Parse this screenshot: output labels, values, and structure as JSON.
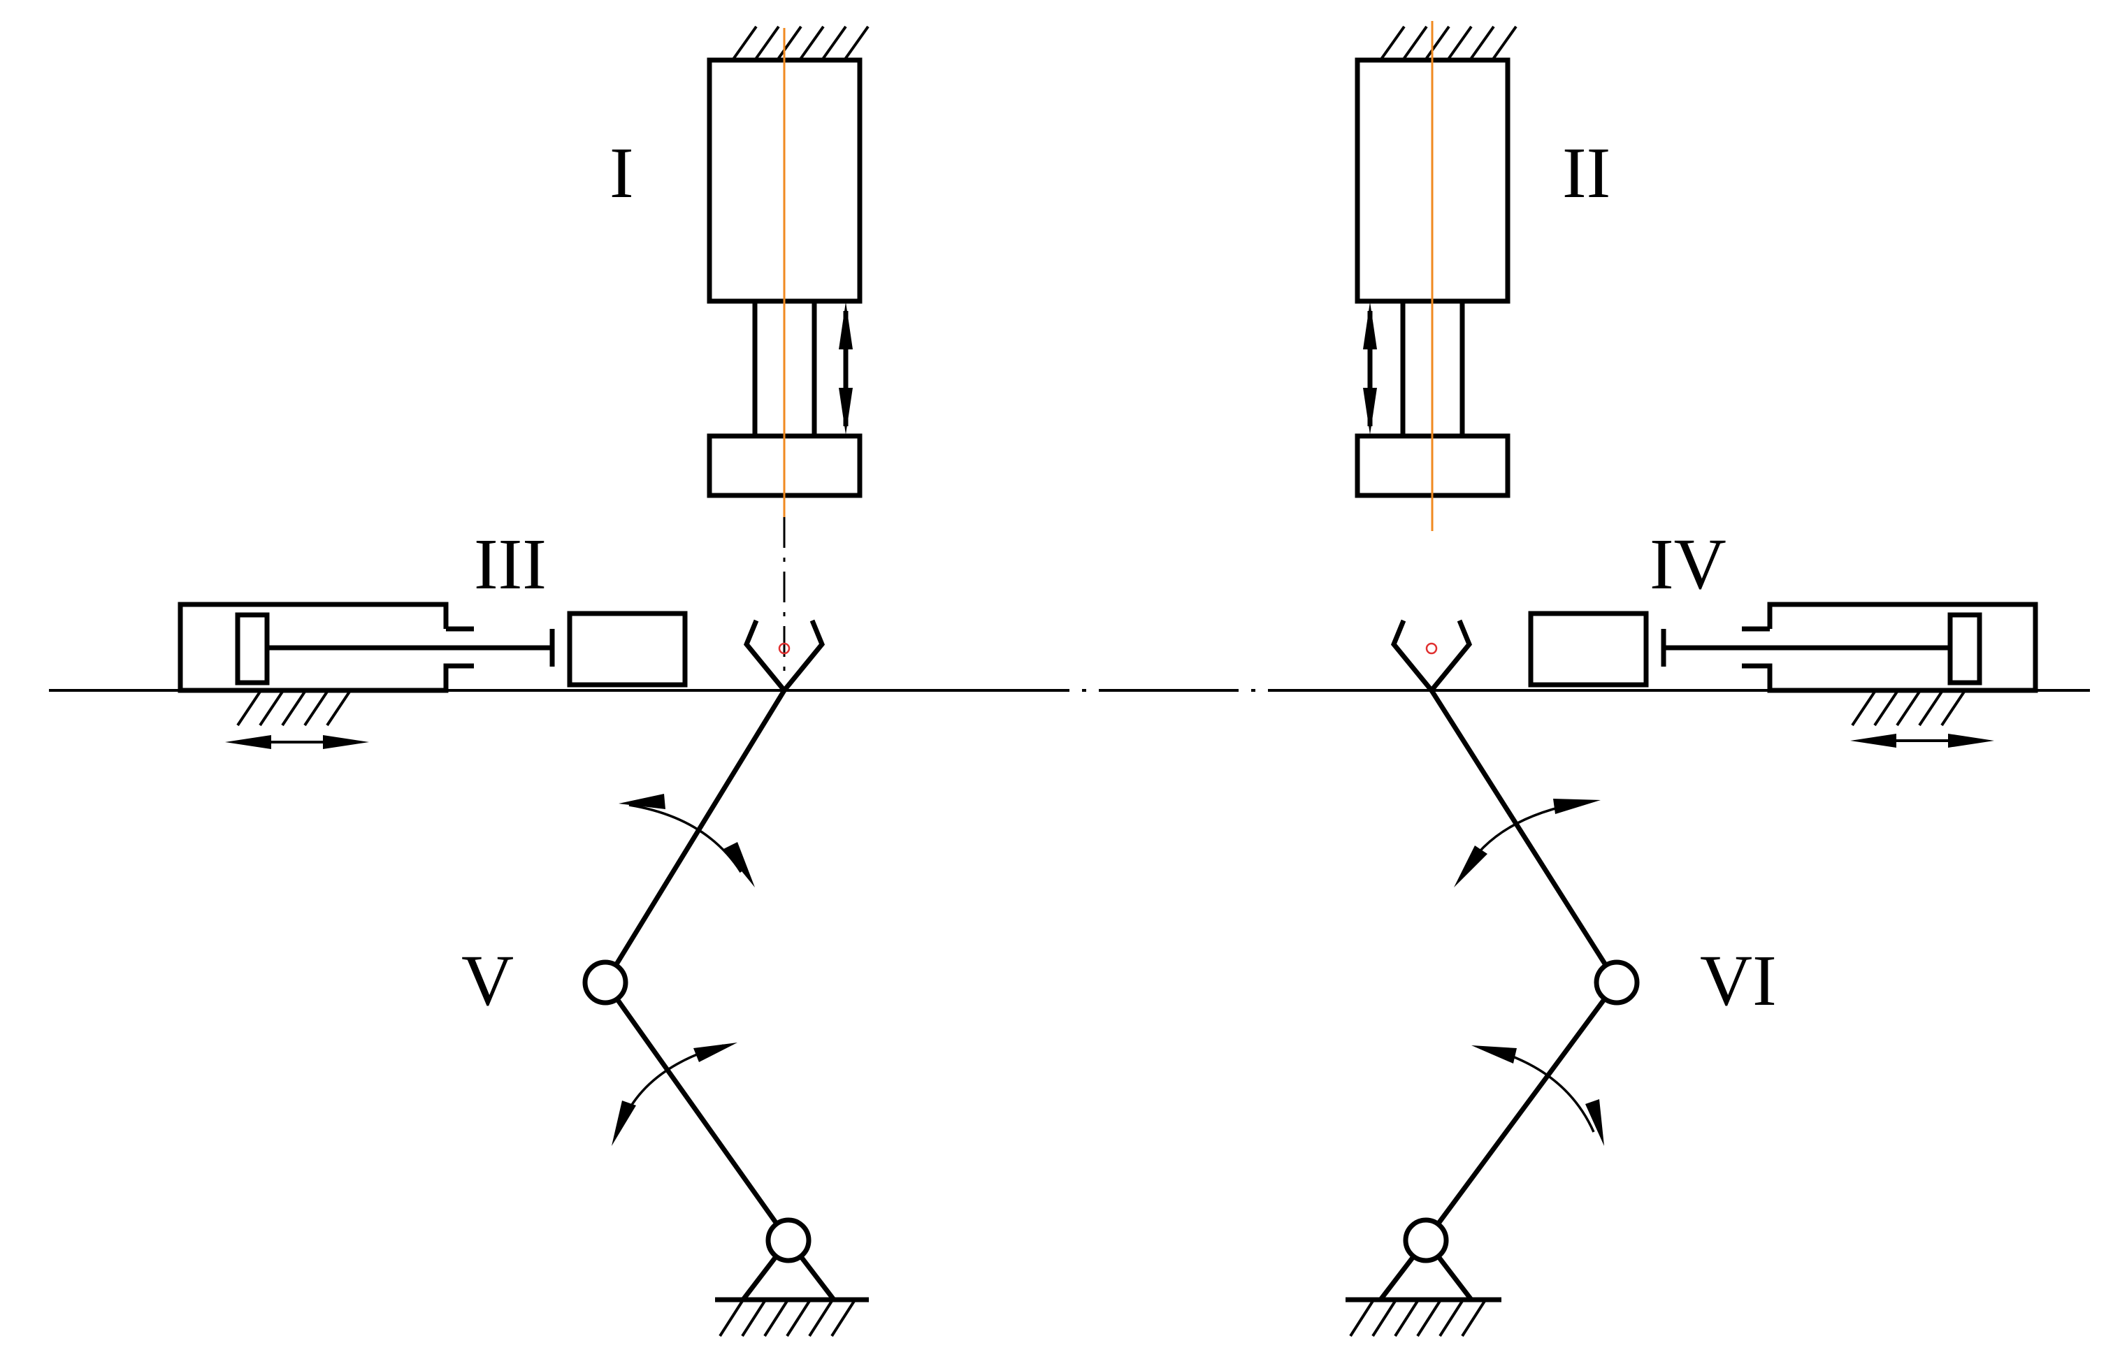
{
  "labels": {
    "I": "I",
    "II": "II",
    "III": "III",
    "IV": "IV",
    "V": "V",
    "VI": "VI"
  }
}
